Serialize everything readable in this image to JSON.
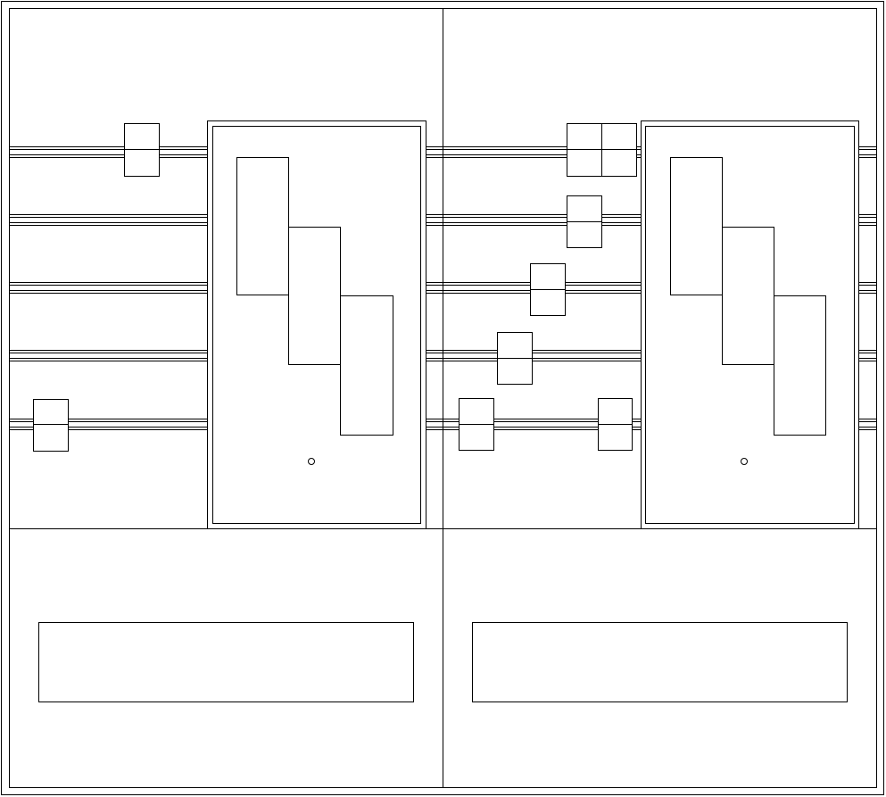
{
  "drawing": {
    "colors": {
      "line": "#000000",
      "background": "#ffffff"
    },
    "panels": [
      {
        "name": "left",
        "rails": 5,
        "rail_lines_per_rail": 4,
        "blocks_on_rails": [
          {
            "rail": 1
          },
          {
            "rail": 5
          }
        ],
        "cabinet": {
          "stepped_boxes": 3,
          "indicator": "circle"
        },
        "label_box": {}
      },
      {
        "name": "right",
        "rails": 5,
        "rail_lines_per_rail": 4,
        "blocks_on_rails": [
          {
            "rail": 1
          },
          {
            "rail": 1
          },
          {
            "rail": 2
          },
          {
            "rail": 3
          },
          {
            "rail": 4
          },
          {
            "rail": 5
          },
          {
            "rail": 5
          }
        ],
        "cabinet": {
          "stepped_boxes": 3,
          "indicator": "circle"
        },
        "label_box": {}
      }
    ]
  }
}
